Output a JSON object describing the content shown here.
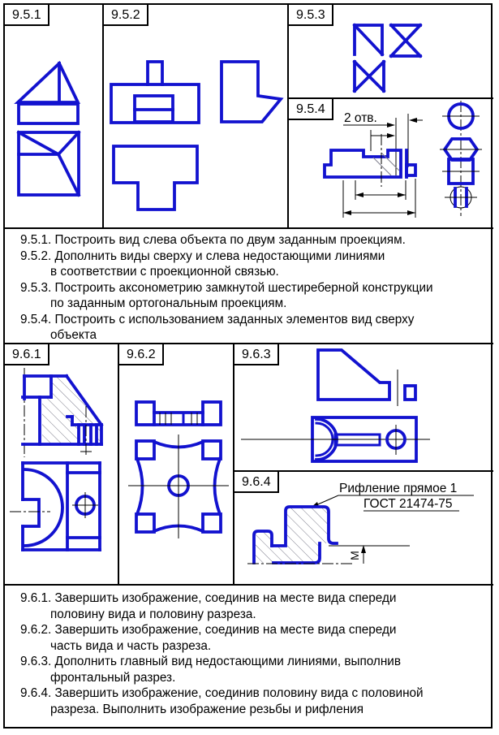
{
  "page": {
    "background": "#ffffff",
    "line_color": "#000000",
    "drawing_blue": "#1212cf",
    "hatch_gray": "#7d7d8c"
  },
  "panels": {
    "p951": {
      "label": "9.5.1"
    },
    "p952": {
      "label": "9.5.2"
    },
    "p953": {
      "label": "9.5.3"
    },
    "p954": {
      "label": "9.5.4",
      "note": "2 отв."
    },
    "p961": {
      "label": "9.6.1"
    },
    "p962": {
      "label": "9.6.2"
    },
    "p963": {
      "label": "9.6.3"
    },
    "p964": {
      "label": "9.6.4",
      "callout_line1": "Рифление прямое 1",
      "callout_line2": "ГОСТ 21474-75",
      "dim_label": "М"
    }
  },
  "tasks_95": [
    {
      "num": "9.5.1.",
      "line1": "Построить вид слева объекта по двум заданным проекциям.",
      "line2": ""
    },
    {
      "num": "9.5.2.",
      "line1": "Дополнить виды сверху и слева недостающими линиями",
      "line2": "в соответствии с проекционной связью."
    },
    {
      "num": "9.5.3.",
      "line1": "Построить аксонометрию замкнутой шестиреберной конструкции",
      "line2": "по заданным ортогональным проекциям."
    },
    {
      "num": "9.5.4.",
      "line1": "Построить с использованием заданных элементов вид сверху",
      "line2": "объекта"
    }
  ],
  "tasks_96": [
    {
      "num": "9.6.1.",
      "line1": "Завершить изображение, соединив на месте вида спереди",
      "line2": "половину вида и половину разреза."
    },
    {
      "num": "9.6.2.",
      "line1": "Завершить изображение, соединив на месте вида спереди",
      "line2": "часть вида и часть разреза."
    },
    {
      "num": "9.6.3.",
      "line1": "Дополнить главный вид недостающими линиями, выполнив",
      "line2": "фронтальный разрез."
    },
    {
      "num": "9.6.4.",
      "line1": "Завершить изображение, соединив половину вида с половиной",
      "line2": "разреза. Выполнить изображение резьбы и рифления"
    }
  ]
}
